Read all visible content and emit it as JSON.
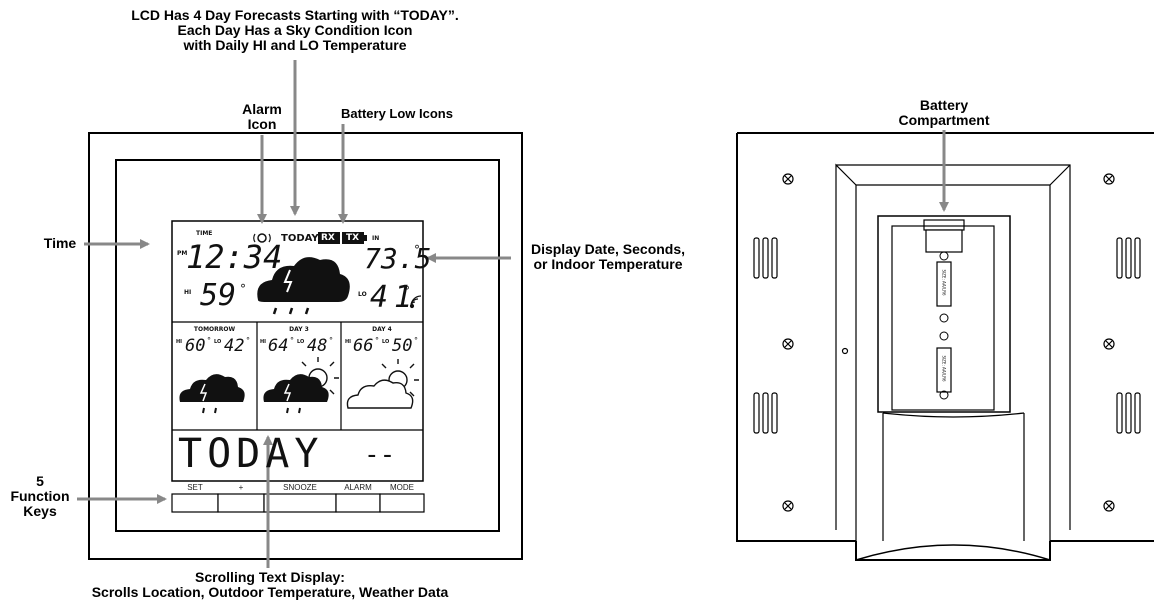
{
  "callouts": {
    "lcd_forecast": [
      "LCD Has 4 Day Forecasts Starting with “TODAY”.",
      "Each Day Has a Sky Condition Icon",
      "with Daily HI and LO Temperature"
    ],
    "alarm_icon": [
      "Alarm",
      "Icon"
    ],
    "battery_low": "Battery Low Icons",
    "time": "Time",
    "display_date": [
      "Display Date, Seconds,",
      "or Indoor Temperature"
    ],
    "function_keys": [
      "5",
      "Function",
      "Keys"
    ],
    "scrolling_text": [
      "Scrolling Text Display:",
      "Scrolls Location, Outdoor Temperature, Weather Data"
    ],
    "battery_compartment": [
      "Battery",
      "Compartment"
    ]
  },
  "lcd": {
    "time_label": "TIME",
    "pm": "PM",
    "time": "12:34",
    "today": "TODAY",
    "rx": "RX",
    "tx": "TX",
    "in_label": "IN",
    "indoor_temp": "73.5",
    "deg": "°",
    "hi_label": "HI",
    "lo_label": "LO",
    "today_hi": "59",
    "today_lo": "41",
    "forecast": [
      {
        "day": "TOMORROW",
        "hi": "60",
        "lo": "42",
        "icon": "storm-cloud-icon"
      },
      {
        "day": "DAY 3",
        "hi": "64",
        "lo": "48",
        "icon": "storm-sun-icon"
      },
      {
        "day": "DAY 4",
        "hi": "66",
        "lo": "50",
        "icon": "partly-cloudy-icon"
      }
    ],
    "scroll_text": "TODAY",
    "scroll_dash": "--"
  },
  "keys": [
    "SET",
    "+",
    "SNOOZE",
    "ALARM",
    "MODE"
  ],
  "battery_label": "SIZE: AA/LR6",
  "colors": {
    "arrow": "#888888",
    "outline": "#000000"
  }
}
